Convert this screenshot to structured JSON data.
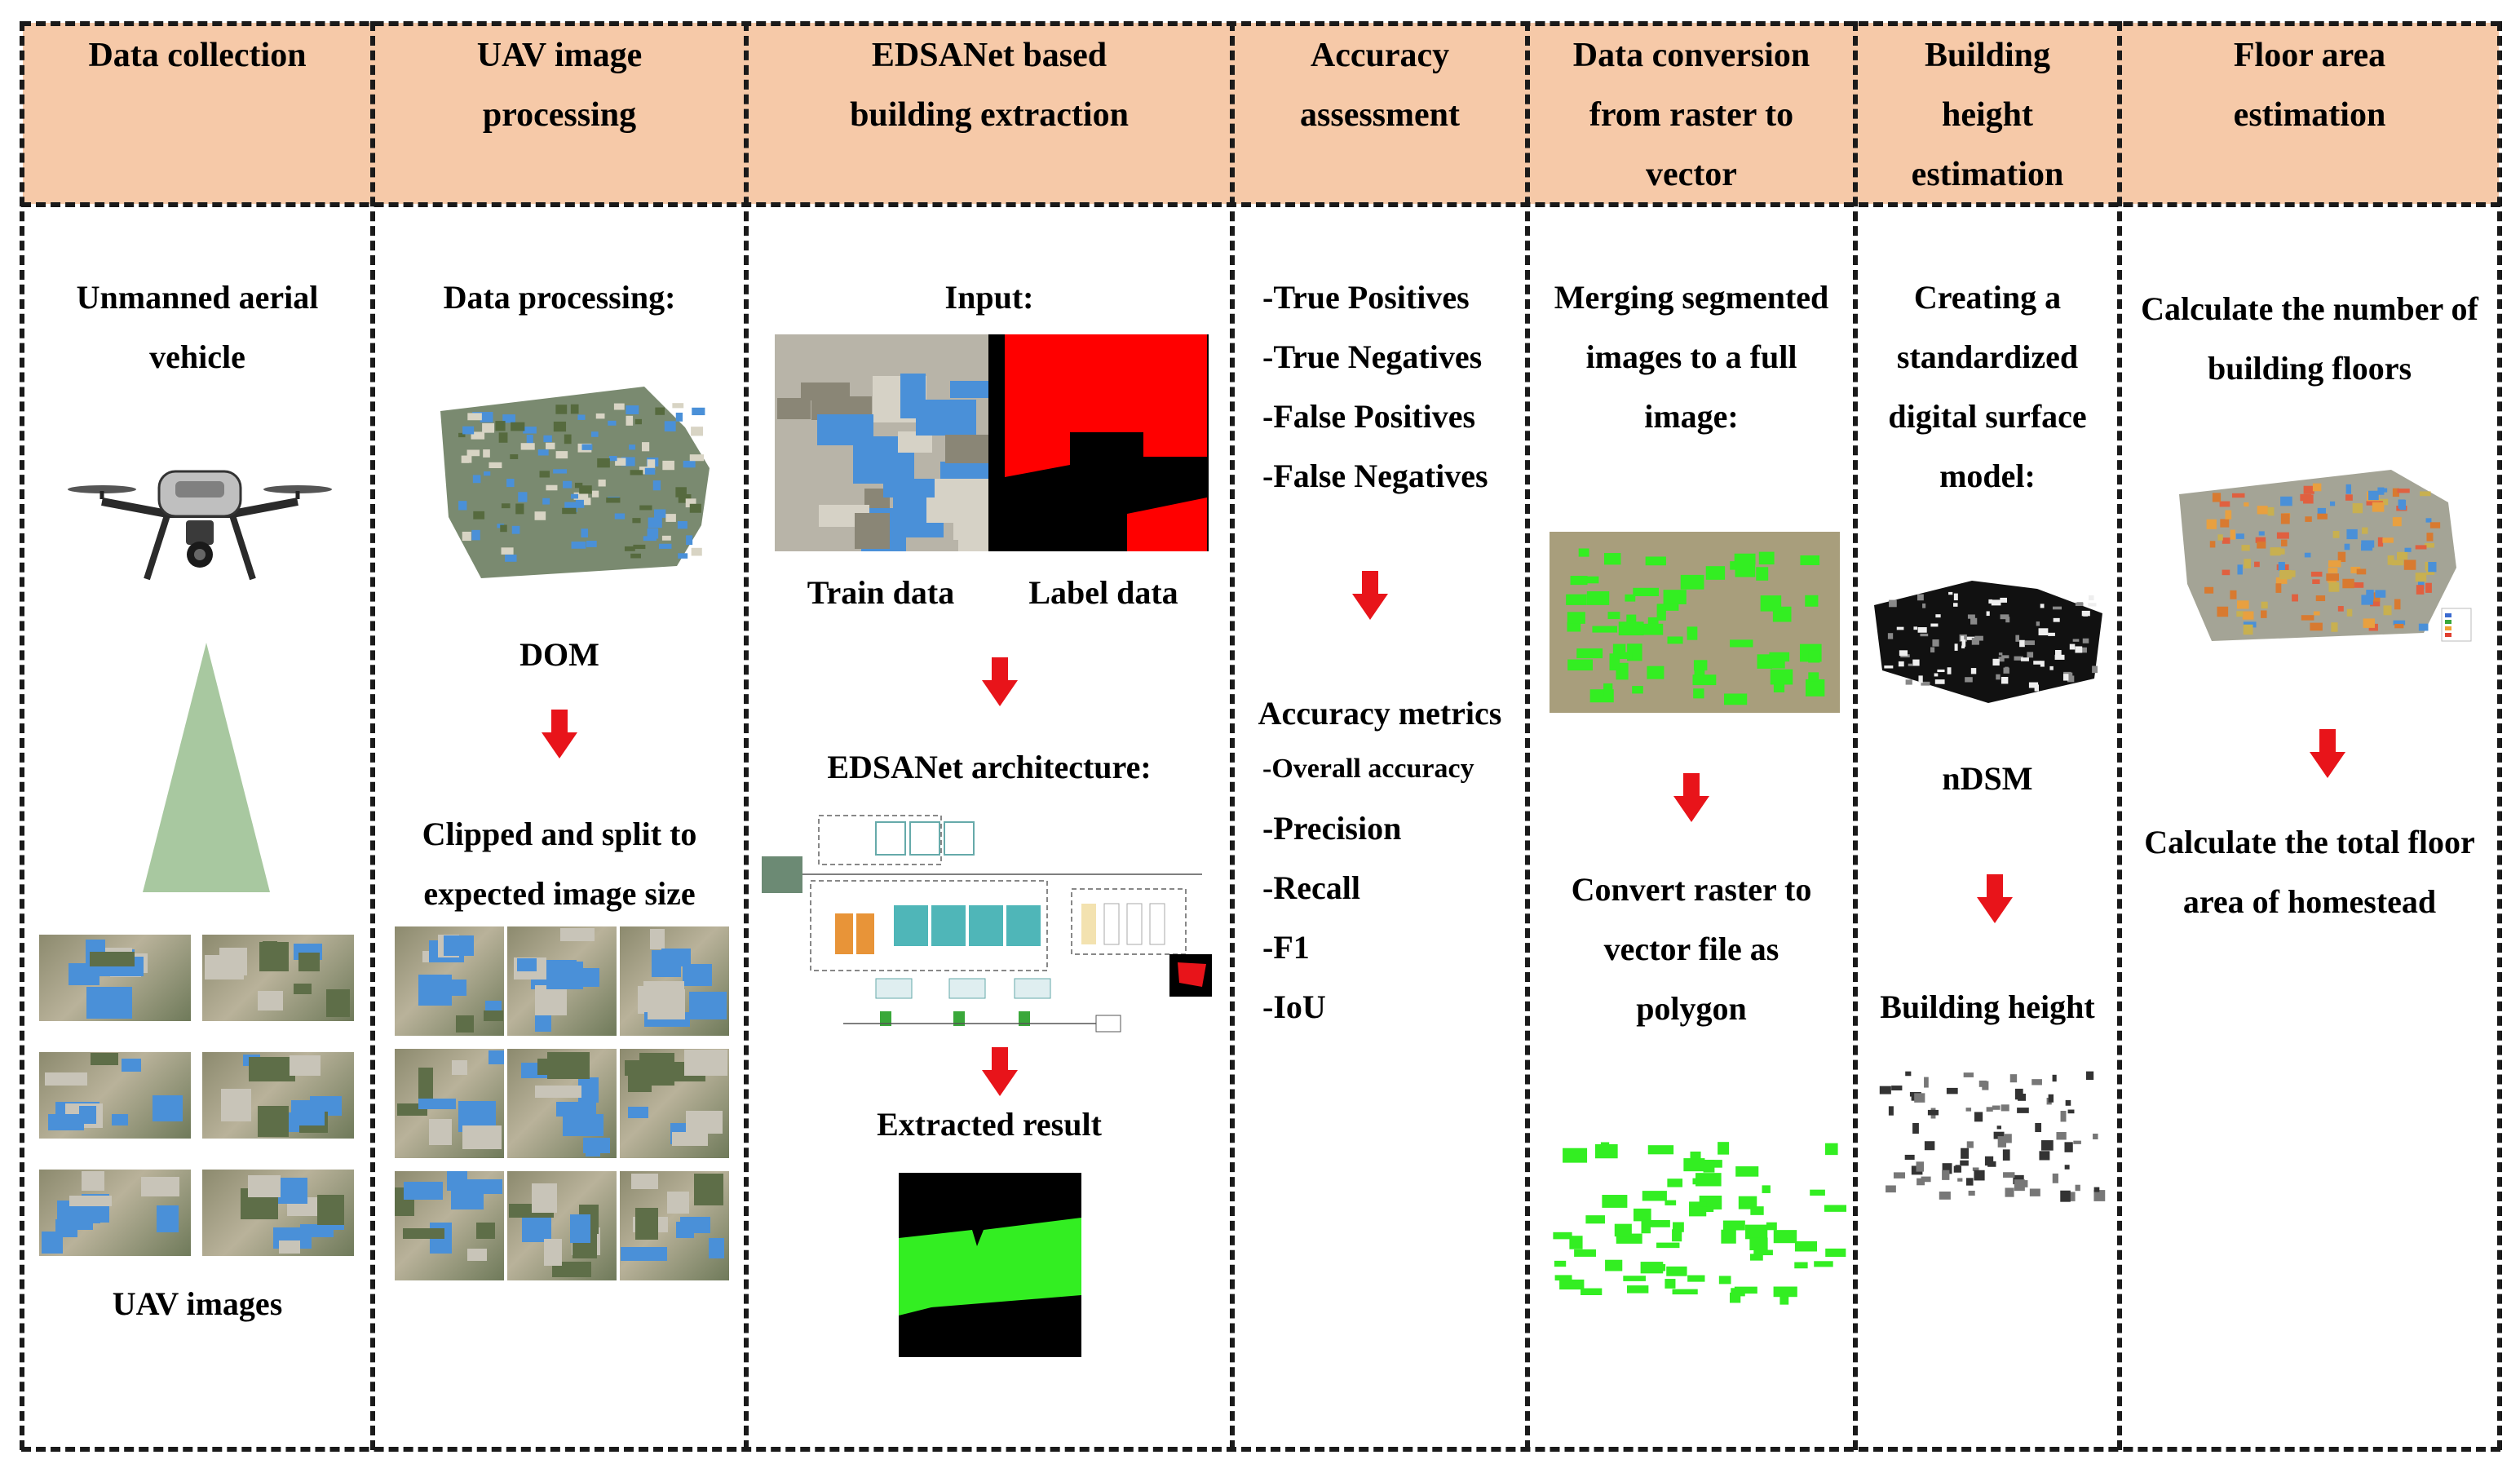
{
  "headers": [
    {
      "lines": [
        "Data collection"
      ]
    },
    {
      "lines": [
        "UAV image",
        "processing"
      ]
    },
    {
      "lines": [
        "EDSANet based",
        "building extraction"
      ]
    },
    {
      "lines": [
        "Accuracy",
        "assessment"
      ]
    },
    {
      "lines": [
        "Data conversion",
        "from raster to",
        "vector"
      ]
    },
    {
      "lines": [
        "Building",
        "height",
        "estimation"
      ]
    },
    {
      "lines": [
        "Floor area",
        "estimation"
      ]
    }
  ],
  "col1": {
    "title_lines": [
      "Unmanned aerial",
      "vehicle"
    ],
    "images_label": "UAV images"
  },
  "col2": {
    "title": "Data processing:",
    "dom_label": "DOM",
    "clip_lines": [
      "Clipped and split to",
      "expected image size"
    ]
  },
  "col3": {
    "input_label": "Input:",
    "train_label": "Train data",
    "label_label": "Label data",
    "arch_label": "EDSANet architecture:",
    "result_label": "Extracted result"
  },
  "col4": {
    "confusion": [
      "-True Positives",
      "-True Negatives",
      "-False Positives",
      "-False Negatives"
    ],
    "metrics_title": "Accuracy metrics",
    "metrics": [
      "-Overall accuracy",
      "-Precision",
      "-Recall",
      "-F1",
      "-IoU"
    ]
  },
  "col5": {
    "merge_lines": [
      "Merging segmented",
      "images to a full",
      "image:"
    ],
    "convert_lines": [
      "Convert raster to",
      "vector file as",
      "polygon"
    ]
  },
  "col6": {
    "dsm_lines": [
      "Creating a",
      "standardized",
      "digital surface",
      "model:"
    ],
    "ndsm_label": "nDSM",
    "height_label": "Building height"
  },
  "col7": {
    "floors_lines": [
      "Calculate the number of",
      "building floors"
    ],
    "area_lines": [
      "Calculate the total floor",
      "area of homestead"
    ]
  },
  "colors": {
    "header_fill": "#f6c9a8",
    "arrow": "#e8141a",
    "building_green": "#33ee22",
    "label_red": "#ff0000",
    "triangle": "#a8c8a0"
  }
}
